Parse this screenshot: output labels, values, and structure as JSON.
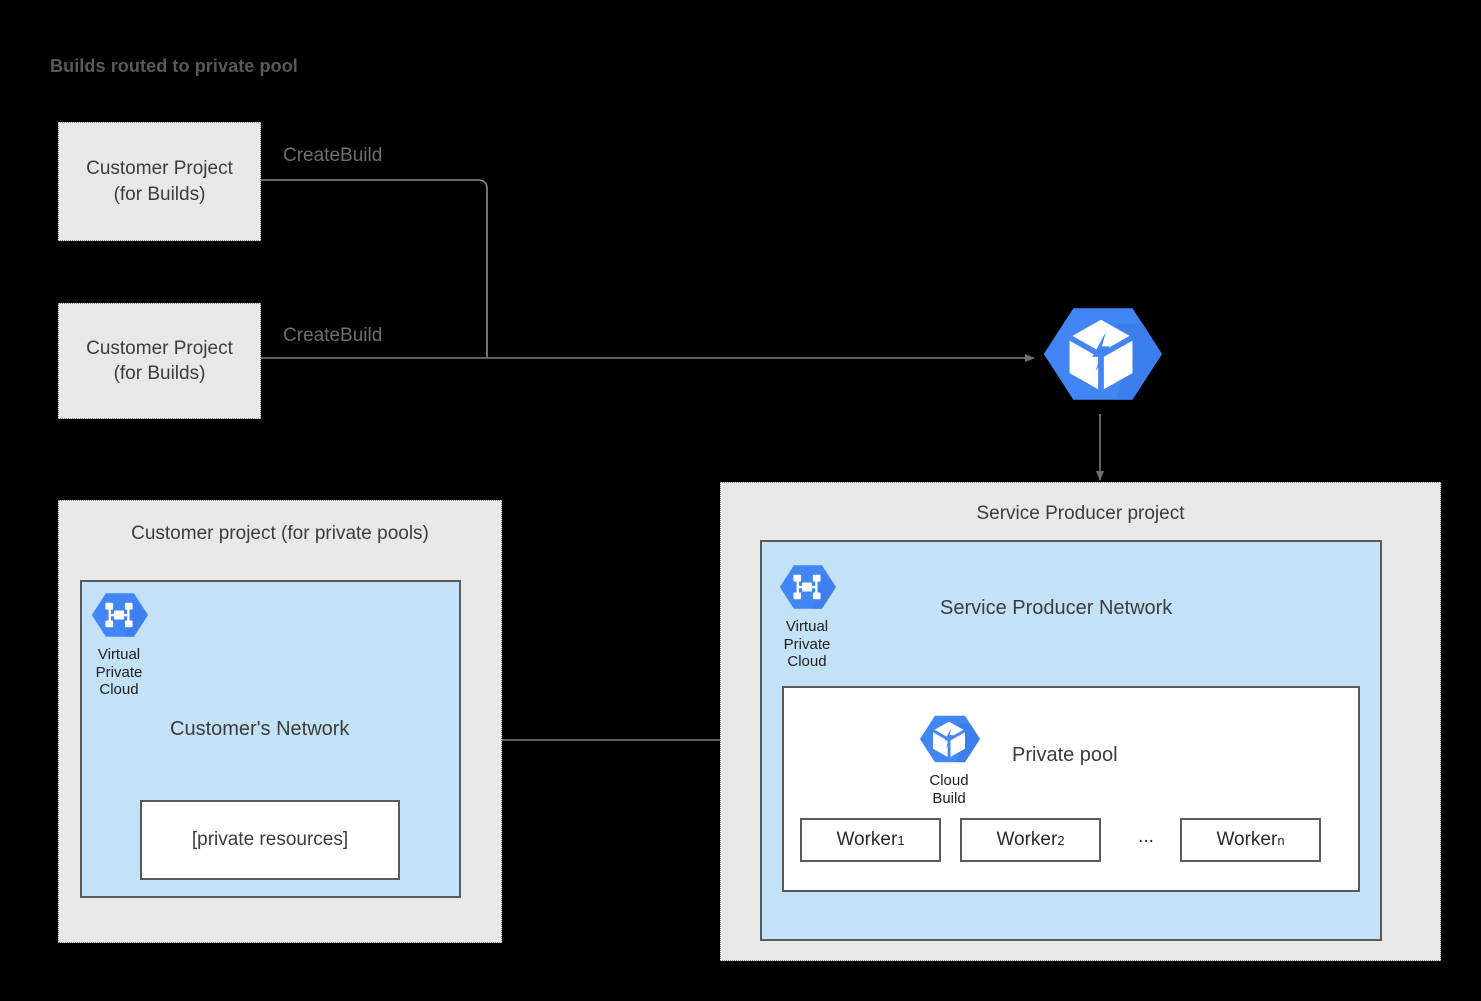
{
  "title": "Builds routed to private pool",
  "colors": {
    "background": "#000000",
    "project_fill": "#e8e8e8",
    "project_border": "#8c8c8c",
    "network_fill": "#c4e2f7",
    "network_border": "#5a5a5a",
    "gcp_blue": "#4285f4",
    "gcp_blue_dark": "#3b78e7",
    "line": "#6e6e6e",
    "text": "#3c3c3c",
    "title_text": "#595959"
  },
  "customer_build_projects": [
    {
      "line1": "Customer Project",
      "line2": "(for Builds)",
      "edge_label": "CreateBuild"
    },
    {
      "line1": "Customer Project",
      "line2": "(for Builds)",
      "edge_label": "CreateBuild"
    }
  ],
  "cloud_build_service": {
    "icon": "cloud-build-icon"
  },
  "customer_private_pool_project": {
    "title": "Customer project (for private pools)",
    "vpc": {
      "icon": "virtual-private-cloud-icon",
      "caption": "Virtual\nPrivate\nCloud"
    },
    "network_name": "Customer's Network",
    "private_resources": "[private resources]"
  },
  "service_producer_project": {
    "title": "Service Producer project",
    "vpc": {
      "icon": "virtual-private-cloud-icon",
      "caption": "Virtual\nPrivate\nCloud"
    },
    "network_name": "Service Producer Network",
    "private_pool": {
      "icon": "cloud-build-icon",
      "icon_caption": "Cloud\nBuild",
      "label": "Private pool",
      "workers": [
        {
          "name": "Worker",
          "subscript": "1"
        },
        {
          "name": "Worker",
          "subscript": "2"
        },
        {
          "name": "Worker",
          "subscript": "n"
        }
      ],
      "ellipsis": "..."
    }
  },
  "connectors": {
    "peering_label": "",
    "peering_direction": "bidirectional"
  }
}
